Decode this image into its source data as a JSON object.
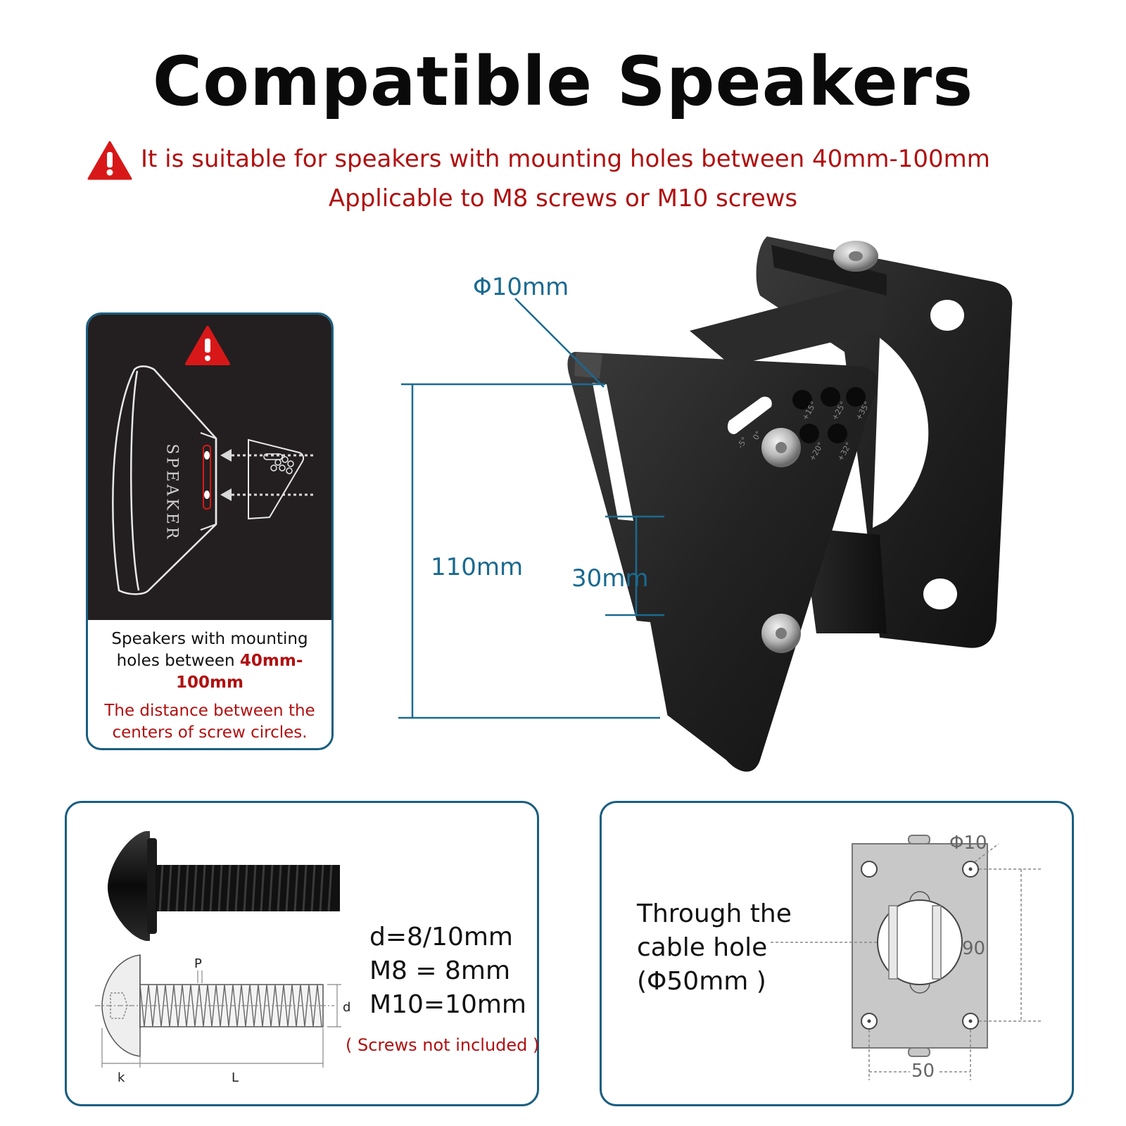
{
  "title": "Compatible Speakers",
  "subtitle_line1": "It is suitable for speakers with mounting holes between 40mm-100mm",
  "subtitle_line2": "Applicable to M8 screws or M10 screws",
  "colors": {
    "accent_red": "#b01010",
    "frame_blue": "#1a5e80",
    "dimension_blue": "#1a6a90",
    "bracket_black": "#1e1e1e"
  },
  "icons": {
    "warning": "warning-triangle-icon"
  },
  "left_card": {
    "speaker_label": "SPEAKER",
    "text_prefix": "Speakers with mounting holes between ",
    "text_highlight": "40mm-100mm",
    "note": "The distance between the centers of screw circles."
  },
  "bracket_dims": {
    "hole_diameter": "Φ10mm",
    "height": "110mm",
    "spacing": "30mm",
    "angle_marks": [
      "-5°",
      "0°",
      "+15°",
      "+20°",
      "+25°",
      "+32°",
      "+35°"
    ]
  },
  "screw_card": {
    "d_label": "d=8/10mm",
    "m8_label": "M8 = 8mm",
    "m10_label": "M10=10mm",
    "note": "( Screws not included )",
    "letters": {
      "p": "P",
      "d": "d",
      "k": "k",
      "l": "L"
    }
  },
  "plate_card": {
    "cable_text_1": "Through the",
    "cable_text_2": "cable hole",
    "cable_text_3": "(Φ50mm )",
    "hole_label": "Φ10",
    "vertical_spacing": "90",
    "horizontal_spacing": "50"
  }
}
